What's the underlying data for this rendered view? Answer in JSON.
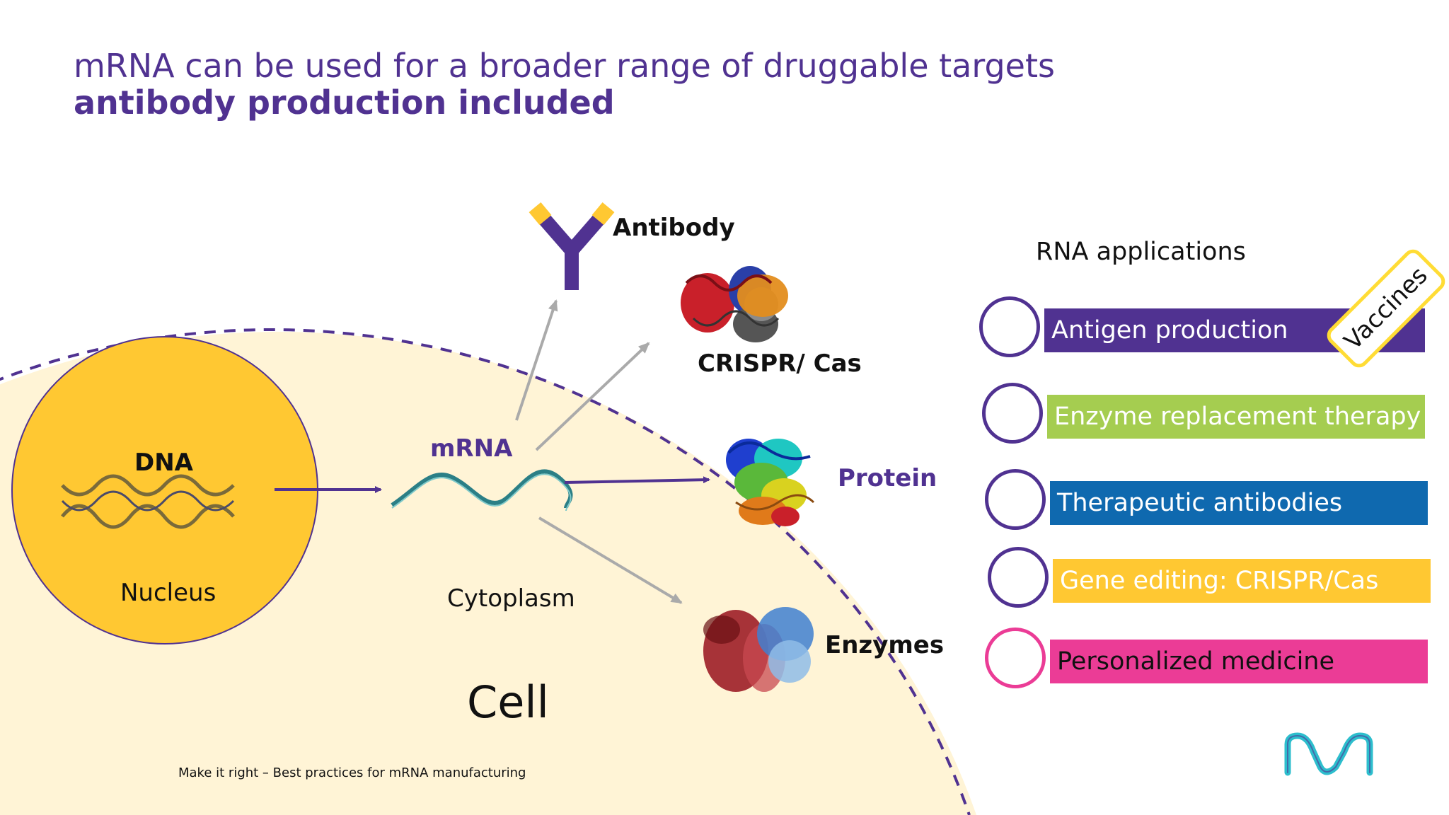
{
  "title": {
    "line1": "mRNA can be used for a broader range of druggable targets",
    "line2": "antibody production included"
  },
  "diagram": {
    "dna_label": "DNA",
    "nucleus_label": "Nucleus",
    "mrna_label": "mRNA",
    "cytoplasm_label": "Cytoplasm",
    "cell_label": "Cell",
    "targets": {
      "antibody": "Antibody",
      "crispr": "CRISPR/ Cas",
      "protein": "Protein",
      "enzymes": "Enzymes"
    }
  },
  "applications": {
    "heading": "RNA applications",
    "vaccines_tag": "Vaccines",
    "items": [
      {
        "label": "Antigen production",
        "bar_color": "#503291",
        "text_color": "#ffffff",
        "ring_color": "#503291"
      },
      {
        "label": "Enzyme replacement therapy",
        "bar_color": "#a5cd50",
        "text_color": "#ffffff",
        "ring_color": "#503291"
      },
      {
        "label": "Therapeutic antibodies",
        "bar_color": "#0f69af",
        "text_color": "#ffffff",
        "ring_color": "#503291"
      },
      {
        "label": "Gene editing: CRISPR/Cas",
        "bar_color": "#ffc832",
        "text_color": "#ffffff",
        "ring_color": "#503291"
      },
      {
        "label": "Personalized medicine",
        "bar_color": "#eb3c96",
        "text_color": "#111111",
        "ring_color": "#eb3c96"
      }
    ]
  },
  "footer": "Make it right – Best practices for mRNA manufacturing",
  "colors": {
    "brand_purple": "#503291",
    "cell_fill": "#fff4d6",
    "nucleus_fill": "#ffc832",
    "arrow_gray": "#aaaaaa",
    "strand_teal": "#2b7f86",
    "logo_teal": "#2dbecd"
  },
  "icons": [
    "antibody-icon",
    "crispr-cas-protein-icon",
    "protein-structure-icon",
    "enzyme-structure-icon",
    "dna-helix-icon",
    "mrna-strand-icon",
    "company-logo"
  ]
}
